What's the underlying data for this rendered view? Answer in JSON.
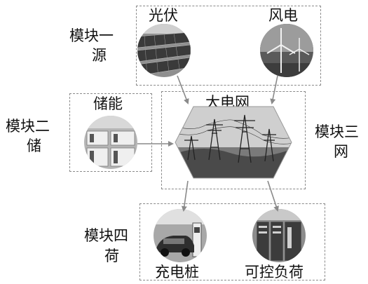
{
  "modules": {
    "source": {
      "label_line1": "模块一",
      "label_line2": "源",
      "item_pv": "光伏",
      "item_wind": "风电"
    },
    "storage": {
      "label_line1": "模块二",
      "label_line2": "储",
      "item": "储能"
    },
    "grid": {
      "label_line1": "模块三",
      "label_line2": "网",
      "item": "大电网"
    },
    "load": {
      "label_line1": "模块四",
      "label_line2": "荷",
      "item_charger": "充电桩",
      "item_controllable": "可控负荷"
    }
  },
  "icons": {
    "pv": "solar-panel-photo",
    "wind": "wind-turbine-photo",
    "storage": "battery-container-photo",
    "grid": "transmission-tower-photo",
    "charger": "ev-charging-photo",
    "controllable": "server-cabinet-photo"
  }
}
